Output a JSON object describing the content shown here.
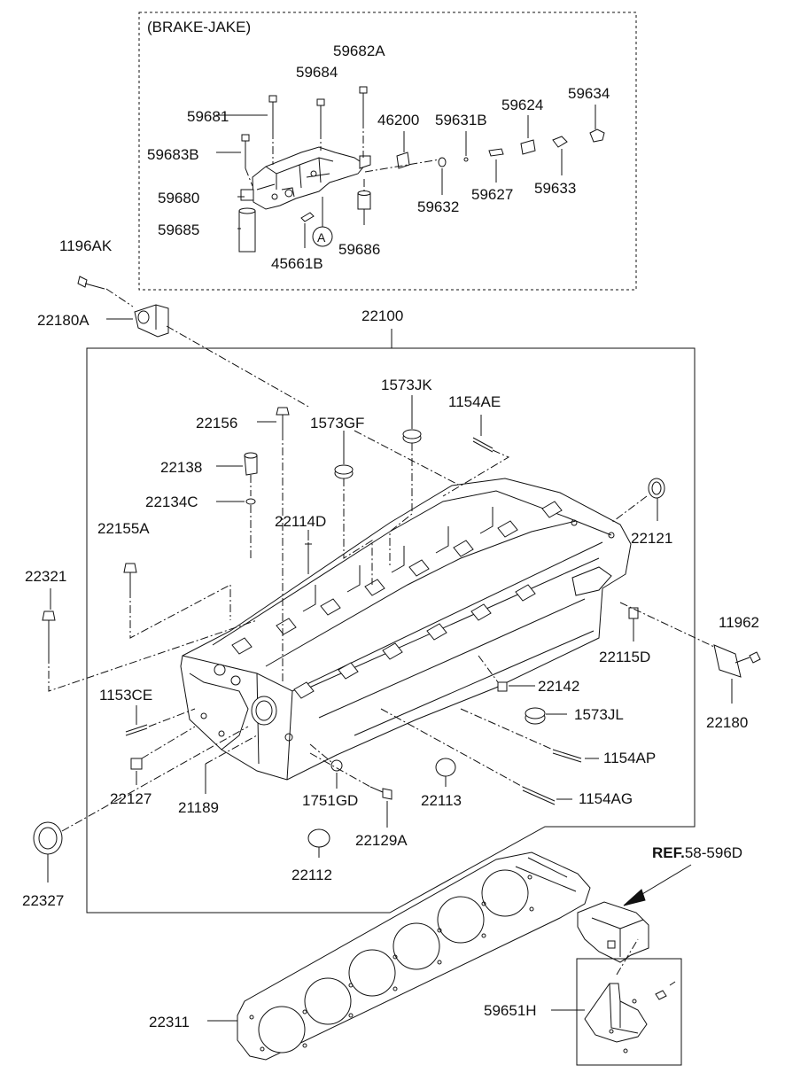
{
  "inset": {
    "title": "(BRAKE-JAKE)",
    "circle_marker": "A"
  },
  "labels": {
    "59682A": "59682A",
    "59684": "59684",
    "59681": "59681",
    "46200": "46200",
    "59631B": "59631B",
    "59624": "59624",
    "59634": "59634",
    "59683B": "59683B",
    "59680": "59680",
    "59685": "59685",
    "45661B": "45661B",
    "59686": "59686",
    "59632": "59632",
    "59627": "59627",
    "59633": "59633",
    "1196AK": "1196AK",
    "22180A": "22180A",
    "22100": "22100",
    "1573JK": "1573JK",
    "1154AE": "1154AE",
    "22156": "22156",
    "1573GF": "1573GF",
    "22138": "22138",
    "22134C": "22134C",
    "22114D": "22114D",
    "22155A": "22155A",
    "22121": "22121",
    "22321": "22321",
    "11962": "11962",
    "22115D": "22115D",
    "22142": "22142",
    "1573JL": "1573JL",
    "22180": "22180",
    "1153CE": "1153CE",
    "1154AP": "1154AP",
    "22127": "22127",
    "21189": "21189",
    "1751GD": "1751GD",
    "22113": "22113",
    "1154AG": "1154AG",
    "22129A": "22129A",
    "22112": "22112",
    "22327": "22327",
    "22311": "22311",
    "59651H": "59651H"
  },
  "reference": {
    "prefix": "REF.",
    "code": "58-596D"
  }
}
